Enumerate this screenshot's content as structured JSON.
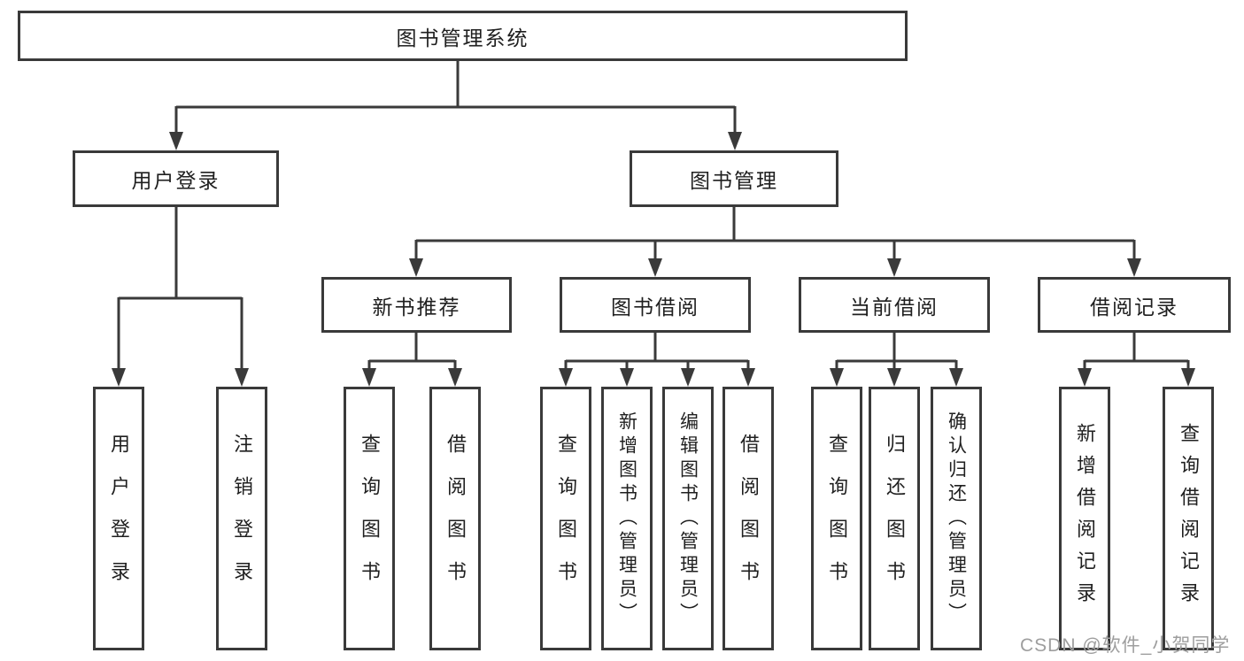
{
  "diagram": {
    "root": "图书管理系统",
    "branches": [
      {
        "label": "用户登录",
        "children": [
          "用户登录",
          "注销登录"
        ]
      },
      {
        "label": "图书管理",
        "children": [
          {
            "label": "新书推荐",
            "children": [
              "查询图书",
              "借阅图书"
            ]
          },
          {
            "label": "图书借阅",
            "children": [
              "查询图书",
              "新增图书（管理员）",
              "编辑图书（管理员）",
              "借阅图书"
            ]
          },
          {
            "label": "当前借阅",
            "children": [
              "查询图书",
              "归还图书",
              "确认归还（管理员）"
            ]
          },
          {
            "label": "借阅记录",
            "children": [
              "新增借阅记录",
              "查询借阅记录"
            ]
          }
        ]
      }
    ]
  },
  "watermark": {
    "text": "CSDN @软件_小贺同学"
  },
  "colors": {
    "line": "#3a3a3a",
    "text": "#1f1f1f",
    "watermark": "#9e9e9e",
    "background": "#ffffff"
  }
}
